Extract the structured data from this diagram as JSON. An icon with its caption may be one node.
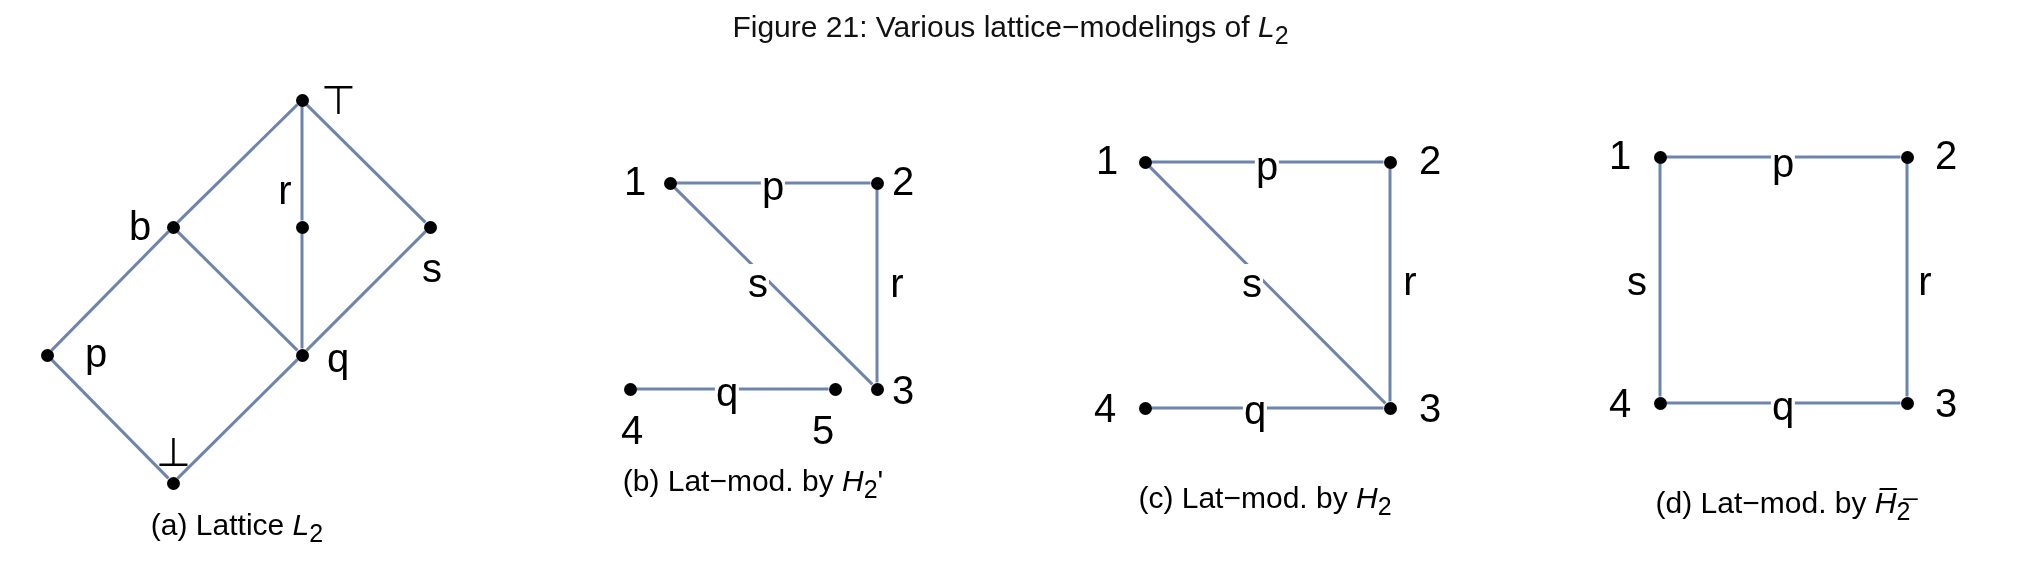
{
  "diagram": {
    "title": "Figure 21: Various lattice−modelings of *L*$_{2}$",
    "nodes": [
      {
        "text": [],
        "shape": "circle",
        "beside": [
          "⊤"
        ]
      },
      {
        "text": [],
        "shape": "circle",
        "beside": [
          "b"
        ]
      },
      {
        "text": [],
        "shape": "circle",
        "beside": [
          "r"
        ]
      },
      {
        "text": [],
        "shape": "circle",
        "beside": [
          "s"
        ]
      },
      {
        "text": [],
        "shape": "circle",
        "beside": [
          "p"
        ]
      },
      {
        "text": [],
        "shape": "circle",
        "beside": [
          "q"
        ]
      },
      {
        "text": [],
        "shape": "circle",
        "beside": [
          "⊥"
        ]
      },
      {
        "text": [],
        "shape": "circle",
        "beside": [
          "1"
        ]
      },
      {
        "text": [],
        "shape": "circle",
        "beside": [
          "2"
        ]
      },
      {
        "text": [],
        "shape": "circle",
        "beside": [
          "3"
        ]
      },
      {
        "text": [],
        "shape": "circle",
        "beside": [
          "4"
        ]
      },
      {
        "text": [],
        "shape": "circle",
        "beside": [
          "5"
        ]
      },
      {
        "text": [],
        "shape": "circle",
        "beside": [
          "1"
        ]
      },
      {
        "text": [],
        "shape": "circle",
        "beside": [
          "2"
        ]
      },
      {
        "text": [],
        "shape": "circle",
        "beside": [
          "3"
        ]
      },
      {
        "text": [],
        "shape": "circle",
        "beside": [
          "4"
        ]
      },
      {
        "text": [],
        "shape": "circle",
        "beside": [
          "1"
        ]
      },
      {
        "text": [],
        "shape": "circle",
        "beside": [
          "2"
        ]
      },
      {
        "text": [],
        "shape": "circle",
        "beside": [
          "3"
        ]
      },
      {
        "text": [],
        "shape": "circle",
        "beside": [
          "4"
        ]
      }
    ],
    "edges": [
      {
        "from": 0,
        "to": 1,
        "arrow": "none"
      },
      {
        "from": 0,
        "to": 2,
        "arrow": "none"
      },
      {
        "from": 0,
        "to": 3,
        "arrow": "none"
      },
      {
        "from": 1,
        "to": 4,
        "arrow": "none"
      },
      {
        "from": 1,
        "to": 5,
        "arrow": "none"
      },
      {
        "from": 2,
        "to": 5,
        "arrow": "none"
      },
      {
        "from": 3,
        "to": 5,
        "arrow": "none"
      },
      {
        "from": 4,
        "to": 6,
        "arrow": "none"
      },
      {
        "from": 5,
        "to": 6,
        "arrow": "none"
      },
      {
        "from": 7,
        "to": 8,
        "label": "p",
        "arrow": "none"
      },
      {
        "from": 8,
        "to": 9,
        "label": "r",
        "arrow": "none"
      },
      {
        "from": 7,
        "to": 9,
        "label": "s",
        "arrow": "none"
      },
      {
        "from": 10,
        "to": 11,
        "label": "q",
        "arrow": "none"
      },
      {
        "from": 12,
        "to": 13,
        "label": "p",
        "arrow": "none"
      },
      {
        "from": 13,
        "to": 14,
        "label": "r",
        "arrow": "none"
      },
      {
        "from": 12,
        "to": 14,
        "label": "s",
        "arrow": "none"
      },
      {
        "from": 15,
        "to": 14,
        "label": "q",
        "arrow": "none"
      },
      {
        "from": 16,
        "to": 17,
        "label": "p",
        "arrow": "none"
      },
      {
        "from": 17,
        "to": 18,
        "label": "r",
        "arrow": "none"
      },
      {
        "from": 16,
        "to": 19,
        "label": "s",
        "arrow": "none"
      },
      {
        "from": 19,
        "to": 18,
        "label": "q",
        "arrow": "none"
      }
    ],
    "labels": [
      "(a) Lattice *L*$_{2}$",
      "(b) Lat−mod. by *H*$_{2}$'",
      "(c) Lat−mod. by *H*$_{2}$",
      "(d) Lat−mod. by *H̅*$_{2̅}$"
    ]
  }
}
